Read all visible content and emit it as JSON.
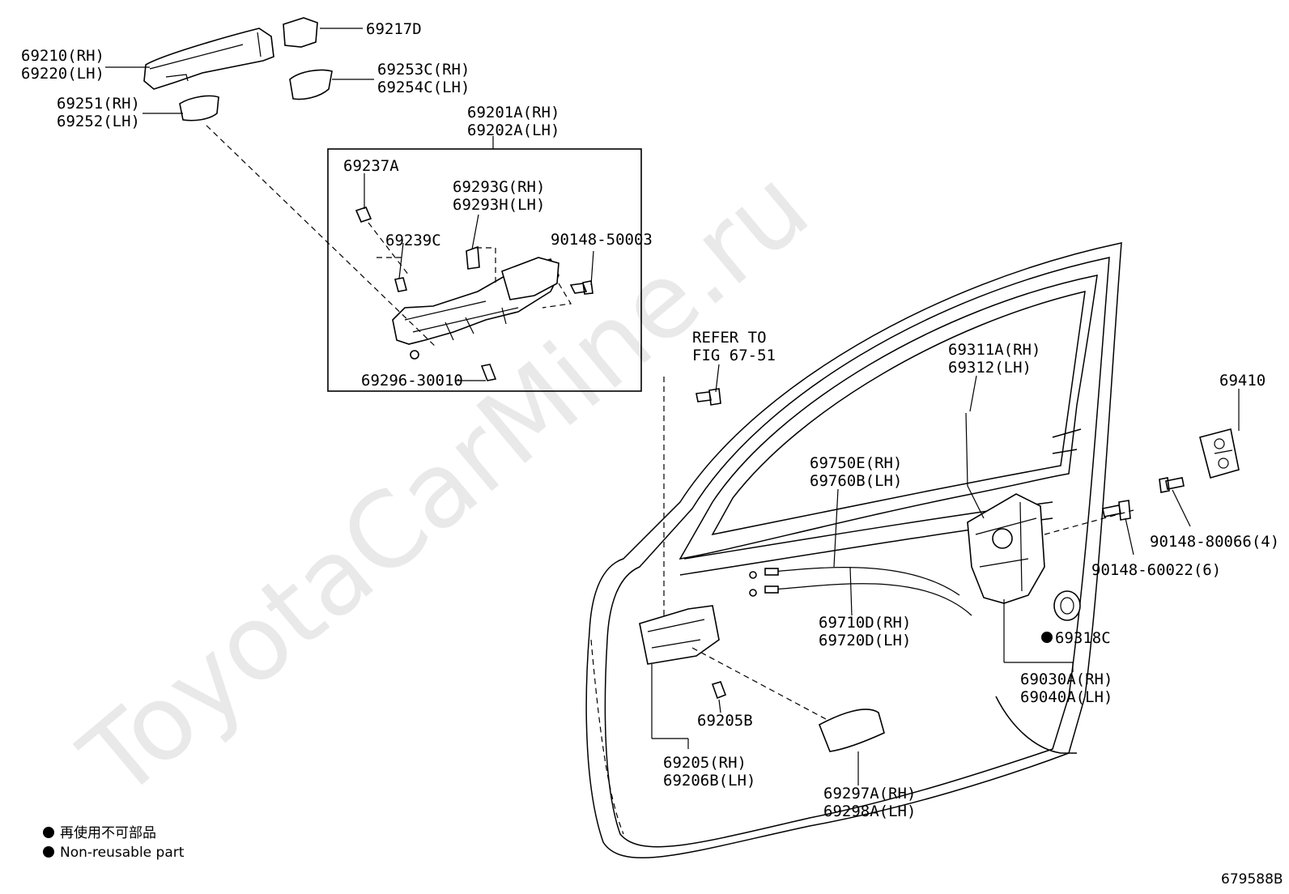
{
  "watermark": "ToyotaCarMine.ru",
  "diagram_id": "679588B",
  "parts": {
    "outer_handle": [
      "69210(RH)",
      "69220(LH)"
    ],
    "handle_cap": "69217D",
    "pad_front": [
      "69253C(RH)",
      "69254C(LH)"
    ],
    "pad_rear": [
      "69251(RH)",
      "69252(LH)"
    ],
    "frame_assy": [
      "69201A(RH)",
      "69202A(LH)"
    ],
    "frame_clip": "69237A",
    "frame_rivet": "69239C",
    "frame_bracket": [
      "69293G(RH)",
      "69293H(LH)"
    ],
    "frame_screw": "90148-50003",
    "frame_bolt": "69296-30010",
    "refer_to": [
      "REFER TO",
      "FIG 67-51"
    ],
    "lock_rod": [
      "69311A(RH)",
      "69312(LH)"
    ],
    "striker": "69410",
    "cable_upper": [
      "69750E(RH)",
      "69760B(LH)"
    ],
    "cable_lower": [
      "69710D(RH)",
      "69720D(LH)"
    ],
    "striker_screw": "90148-80066(4)",
    "lock_screw": "90148-60022(6)",
    "seal": "69318C",
    "lock_assy": [
      "69030A(RH)",
      "69040A(LH)"
    ],
    "inner_screw": "69205B",
    "inner_handle": [
      "69205(RH)",
      "69206B(LH)"
    ],
    "bezel": [
      "69297A(RH)",
      "69298A(LH)"
    ]
  },
  "legend": {
    "line_jp": "再使用不可部品",
    "line_en": "Non-reusable part"
  },
  "colors": {
    "ink": "#000000",
    "watermark": "#e9e9e9",
    "background": "#ffffff"
  }
}
